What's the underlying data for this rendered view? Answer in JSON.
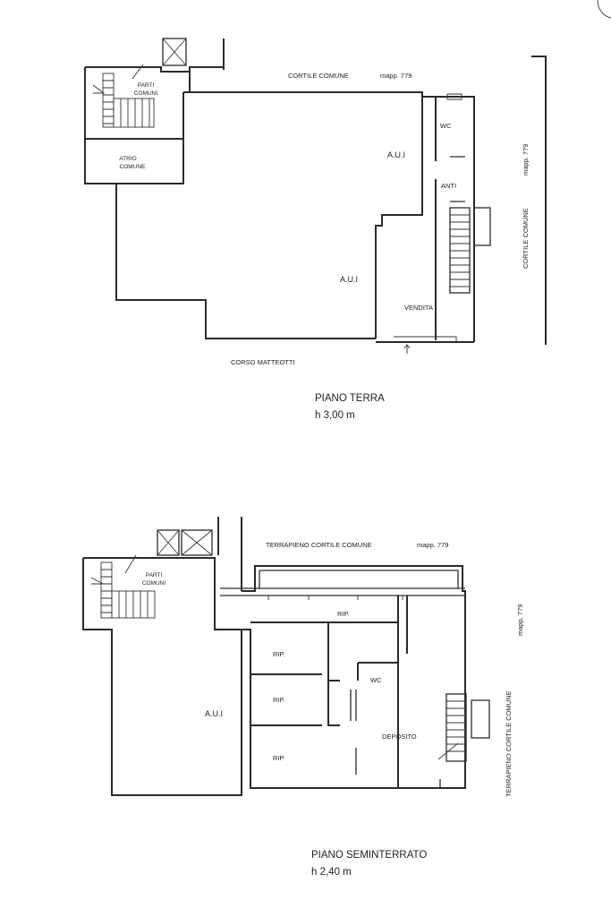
{
  "ground_floor": {
    "title": "PIANO TERRA",
    "height": "h 3,00 m",
    "labels": {
      "cortile_top": "CORTILE COMUNE",
      "mapp_top": "mapp. 779",
      "cortile_right": "CORTILE COMUNE",
      "mapp_right": "mapp. 779",
      "parti_comuni_1": "PARTI",
      "parti_comuni_2": "COMUNI",
      "atrio_1": "ATRIO",
      "atrio_2": "COMUNE",
      "aui_1": "A.U.I",
      "aui_2": "A.U.I",
      "wc": "WC",
      "anti": "ANTI",
      "vendita": "VENDITA",
      "street": "CORSO MATTEOTTI"
    }
  },
  "basement": {
    "title": "PIANO SEMINTERRATO",
    "height": "h 2,40 m",
    "labels": {
      "terrapieno_top": "TERRAPIENO CORTILE COMUNE",
      "mapp_top": "mapp. 779",
      "terrapieno_right": "TERRAPIENO CORTILE COMUNE",
      "mapp_right": "mapp. 779",
      "parti_comuni_1": "PARTI",
      "parti_comuni_2": "COMUNI",
      "rip_1": "RIP.",
      "rip_2": "RIP.",
      "rip_3": "RIP.",
      "rip_4": "RIP",
      "wc": "WC",
      "deposito": "DEPOSITO",
      "aui": "A.U.I"
    }
  }
}
